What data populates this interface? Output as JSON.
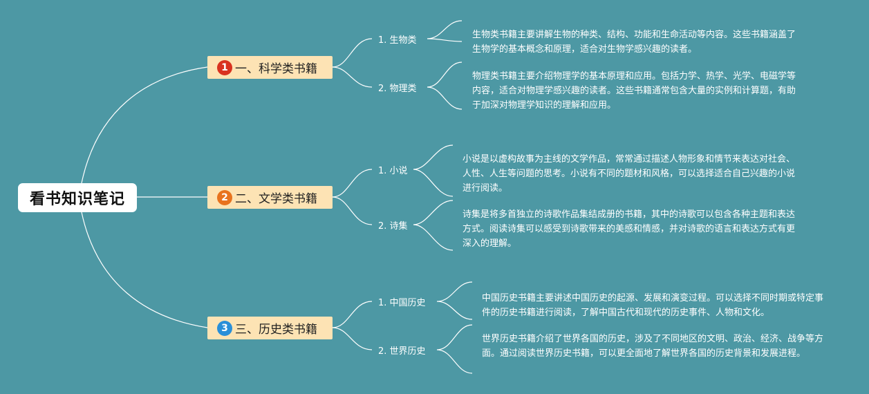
{
  "root": {
    "title": "看书知识笔记"
  },
  "categories": [
    {
      "badge": "1",
      "badge_color": "#d9321f",
      "label": "一、科学类书籍",
      "items": [
        {
          "label": "1. 生物类",
          "desc": "生物类书籍主要讲解生物的种类、结构、功能和生命活动等内容。这些书籍涵盖了生物学的基本概念和原理，适合对生物学感兴趣的读者。"
        },
        {
          "label": "2. 物理类",
          "desc": "物理类书籍主要介绍物理学的基本原理和应用。包括力学、热学、光学、电磁学等内容，适合对物理学感兴趣的读者。这些书籍通常包含大量的实例和计算题，有助于加深对物理学知识的理解和应用。"
        }
      ]
    },
    {
      "badge": "2",
      "badge_color": "#e8731e",
      "label": "二、文学类书籍",
      "items": [
        {
          "label": "1. 小说",
          "desc": "小说是以虚构故事为主线的文学作品，常常通过描述人物形象和情节来表达对社会、人性、人生等问题的思考。小说有不同的题材和风格，可以选择适合自己兴趣的小说进行阅读。"
        },
        {
          "label": "2. 诗集",
          "desc": "诗集是将多首独立的诗歌作品集结成册的书籍，其中的诗歌可以包含各种主题和表达方式。阅读诗集可以感受到诗歌带来的美感和情感，并对诗歌的语言和表达方式有更深入的理解。"
        }
      ]
    },
    {
      "badge": "3",
      "badge_color": "#2a8fd8",
      "label": "三、历史类书籍",
      "items": [
        {
          "label": "1. 中国历史",
          "desc": "中国历史书籍主要讲述中国历史的起源、发展和演变过程。可以选择不同时期或特定事件的历史书籍进行阅读，了解中国古代和现代的历史事件、人物和文化。"
        },
        {
          "label": "2. 世界历史",
          "desc": "世界历史书籍介绍了世界各国的历史，涉及了不同地区的文明、政治、经济、战争等方面。通过阅读世界历史书籍，可以更全面地了解世界各国的历史背景和发展进程。"
        }
      ]
    }
  ]
}
